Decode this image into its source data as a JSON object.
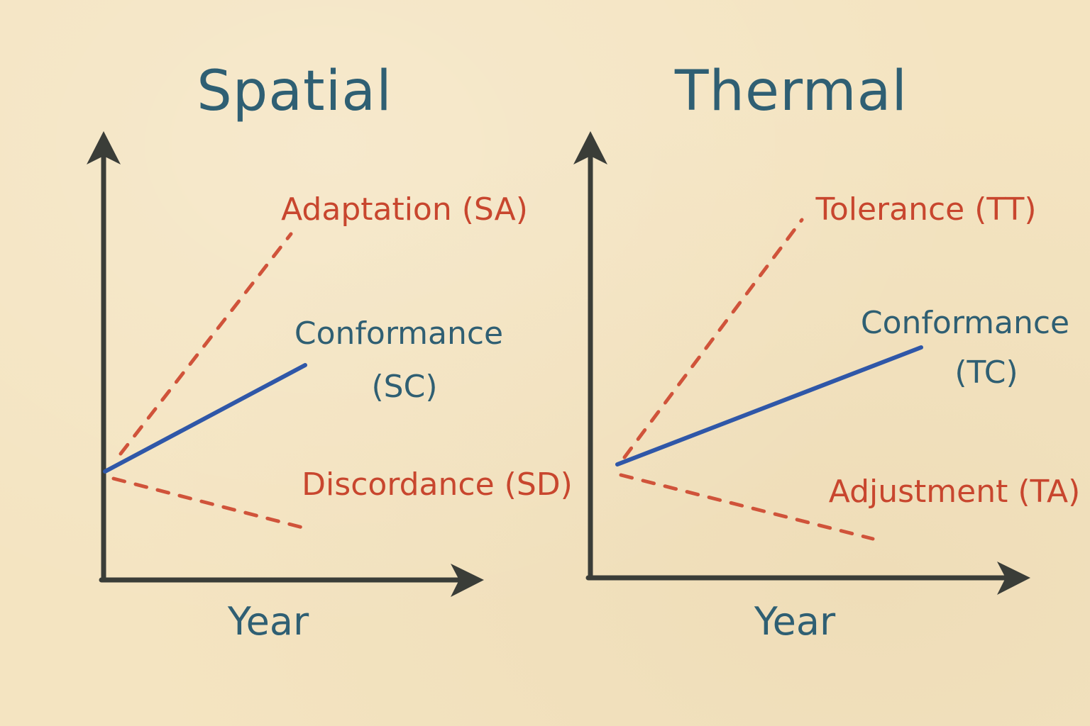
{
  "colors": {
    "background": "#f4e4c1",
    "axis": "#3a3d38",
    "title": "#2f5f73",
    "conformance_line": "#2f57a8",
    "conformance_label": "#2f5f73",
    "dashed_line": "#d0533a",
    "dashed_label": "#c8462e"
  },
  "panels": [
    {
      "title": "Spatial",
      "xlabel": "Year",
      "lines": [
        {
          "label": "Adaptation (SA)",
          "style": "dashed",
          "trend": "steep-increase"
        },
        {
          "label_lines": [
            "Conformance",
            "(SC)"
          ],
          "style": "solid",
          "trend": "moderate-increase"
        },
        {
          "label": "Discordance (SD)",
          "style": "dashed",
          "trend": "decrease"
        }
      ]
    },
    {
      "title": "Thermal",
      "xlabel": "Year",
      "lines": [
        {
          "label": "Tolerance (TT)",
          "style": "dashed",
          "trend": "steep-increase"
        },
        {
          "label_lines": [
            "Conformance",
            "(TC)"
          ],
          "style": "solid",
          "trend": "moderate-increase"
        },
        {
          "label": "Adjustment (TA)",
          "style": "dashed",
          "trend": "decrease"
        }
      ]
    }
  ]
}
